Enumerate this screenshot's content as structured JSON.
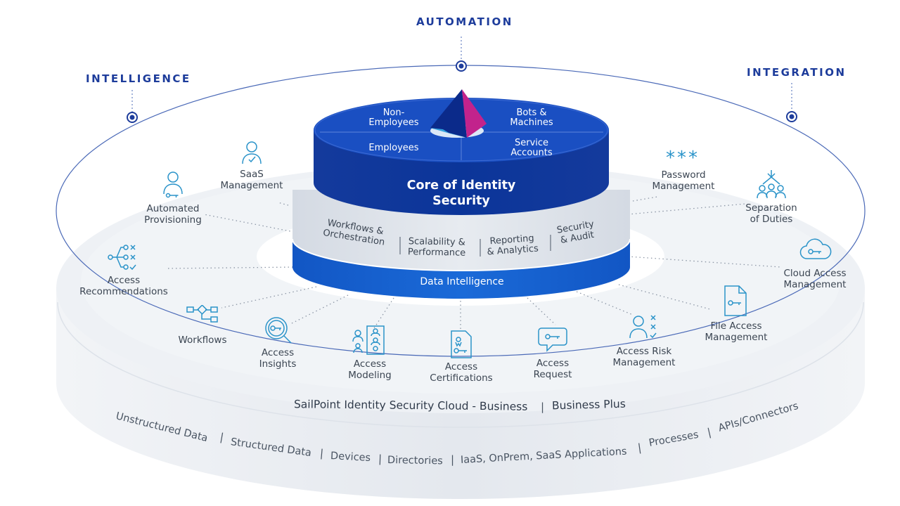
{
  "pillars": {
    "automation": "AUTOMATION",
    "intelligence": "INTELLIGENCE",
    "integration": "INTEGRATION"
  },
  "core": {
    "segments": {
      "non_employees": [
        "Non-",
        "Employees"
      ],
      "bots": [
        "Bots &",
        "Machines"
      ],
      "employees": [
        "Employees"
      ],
      "service": [
        "Service",
        "Accounts"
      ]
    },
    "title": [
      "Core of Identity",
      "Security"
    ]
  },
  "band": {
    "workflows": [
      "Workflows &",
      "Orchestration"
    ],
    "scalability": [
      "Scalability &",
      "Performance"
    ],
    "reporting": [
      "Reporting",
      "& Analytics"
    ],
    "security": [
      "Security",
      "& Audit"
    ],
    "data_intelligence": "Data Intelligence"
  },
  "features": {
    "saas": [
      "SaaS",
      "Management"
    ],
    "auto_prov": [
      "Automated",
      "Provisioning"
    ],
    "access_rec": [
      "Access",
      "Recommendations"
    ],
    "workflows": [
      "Workflows"
    ],
    "insights": [
      "Access",
      "Insights"
    ],
    "modeling": [
      "Access",
      "Modeling"
    ],
    "certs": [
      "Access",
      "Certifications"
    ],
    "request": [
      "Access",
      "Request"
    ],
    "risk": [
      "Access Risk",
      "Management"
    ],
    "file": [
      "File Access",
      "Management"
    ],
    "cloud": [
      "Cloud Access",
      "Management"
    ],
    "sod": [
      "Separation",
      "of Duties"
    ],
    "password": [
      "Password",
      "Management"
    ]
  },
  "cloud_label": {
    "main": "SailPoint Identity Security Cloud - Business",
    "plus": "Business Plus"
  },
  "sources": [
    "Unstructured Data",
    "Structured Data",
    "Devices",
    "Directories",
    "IaaS, OnPrem, SaaS Applications",
    "Processes",
    "APIs/Connectors"
  ],
  "icons": {
    "password_glyph": "***",
    "colors": {
      "navy": "#1d3c9b",
      "blue": "#0f5bd0",
      "cyan": "#2a93c9",
      "magenta": "#d5258f"
    }
  }
}
